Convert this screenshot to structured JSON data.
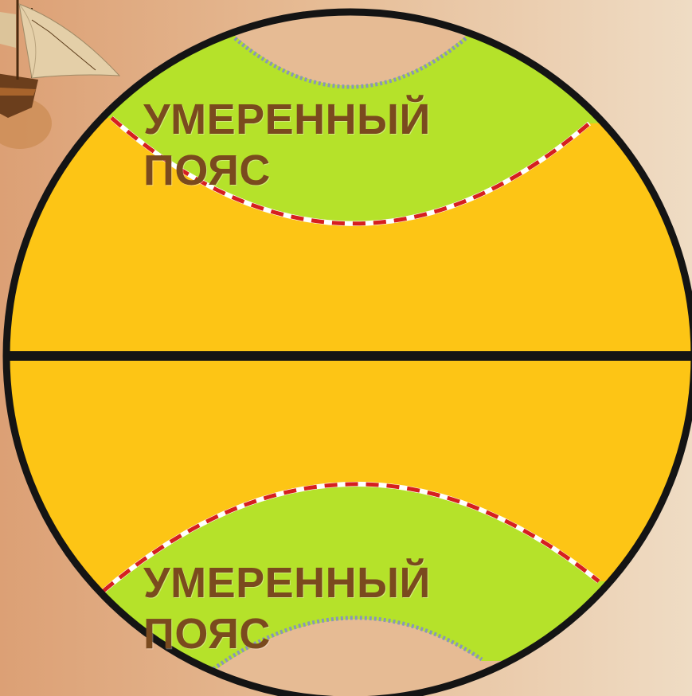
{
  "colors": {
    "background_left": "#dca075",
    "background_right": "#efdcc4",
    "tropical_zone": "#fdc515",
    "temperate_zone": "#b5e22a",
    "outline": "#141414",
    "tropic_dash": "#d61f1f",
    "polar_dots": "#8a96b8",
    "label_text": "#7a4a1e"
  },
  "labels": {
    "north": {
      "line1": "УМЕРЕННЫЙ",
      "line2": "ПОЯС"
    },
    "south": {
      "line1": "УМЕРЕННЫЙ",
      "line2": "ПОЯС"
    }
  },
  "icons": {
    "corner": "sailing-ship-icon"
  }
}
